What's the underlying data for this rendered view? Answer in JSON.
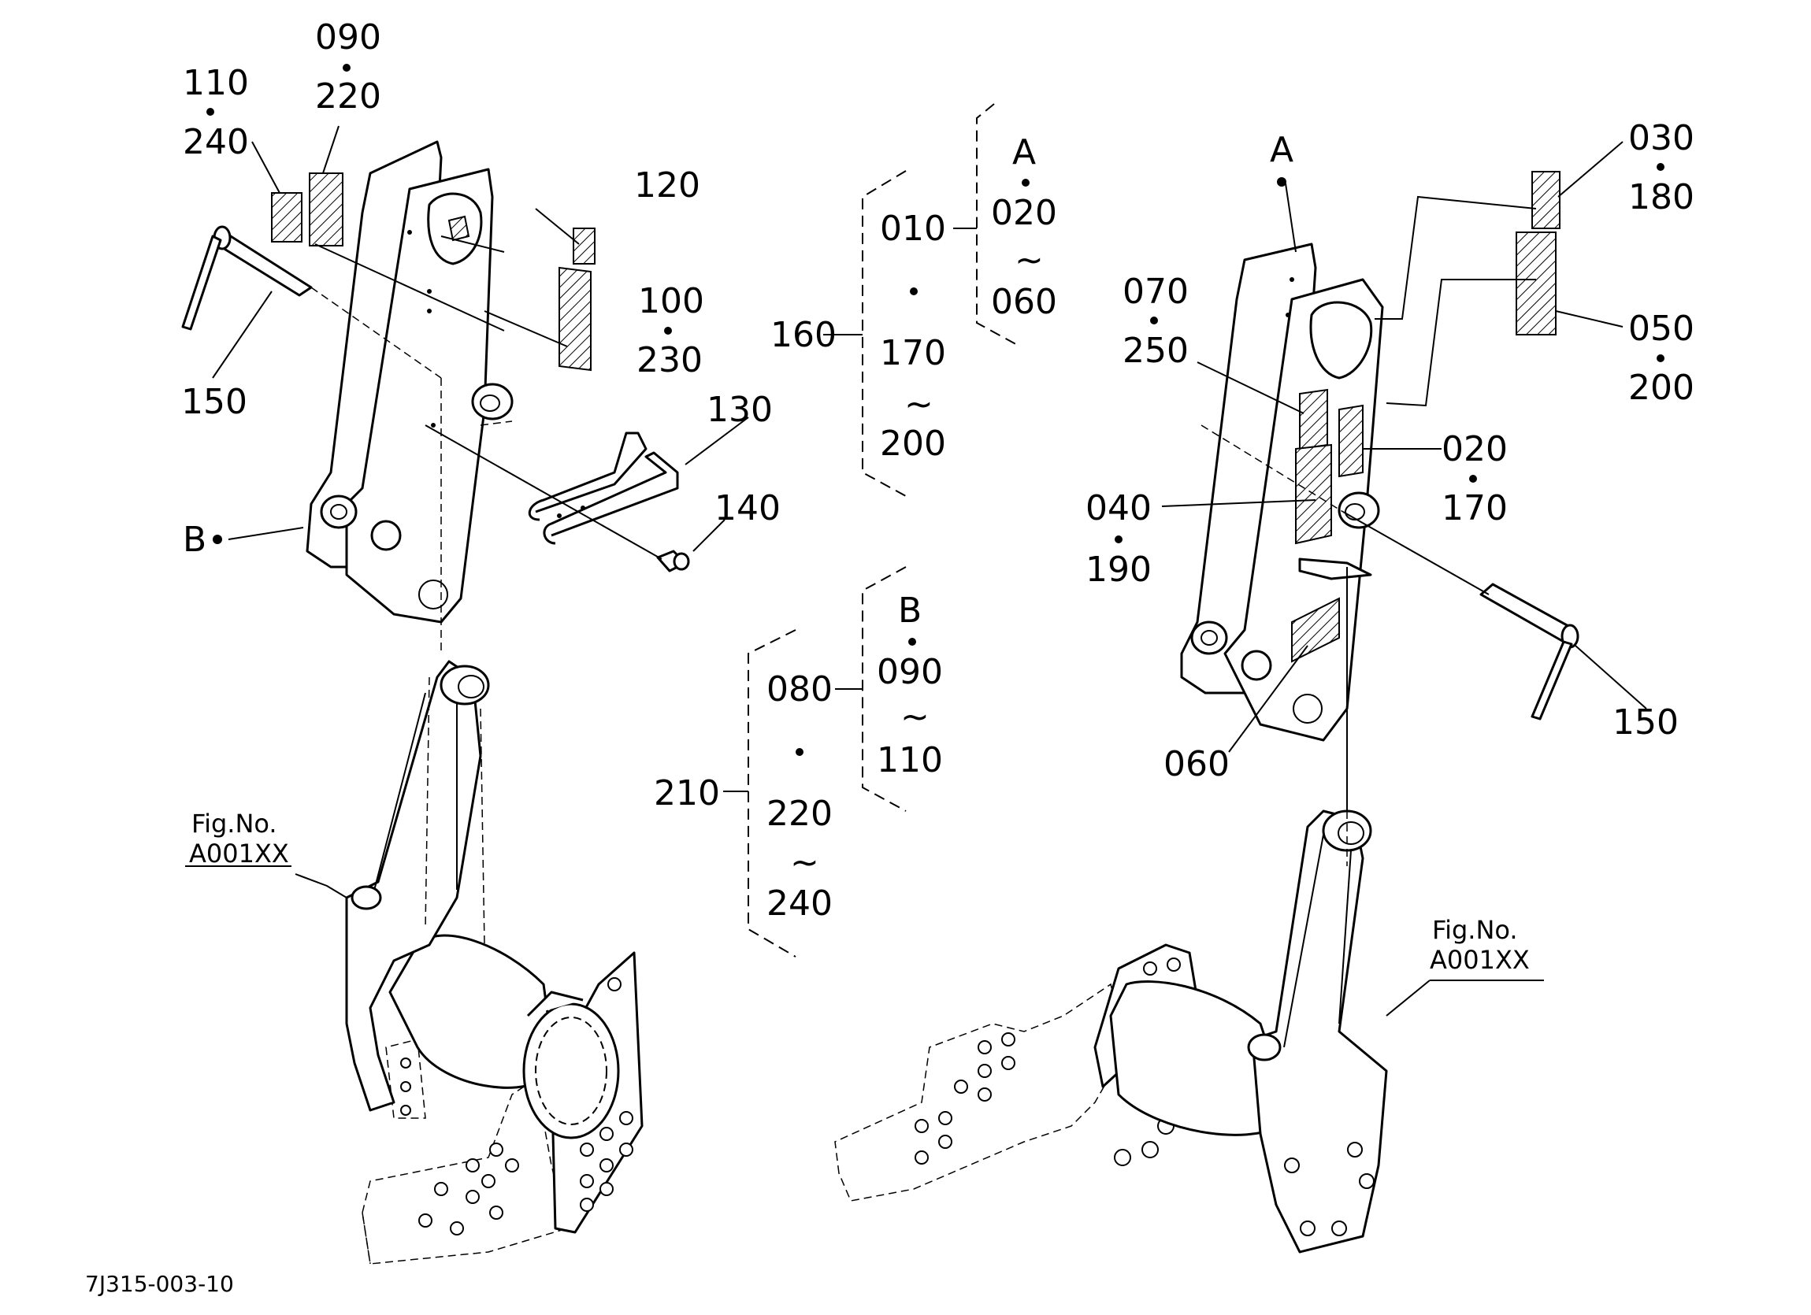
{
  "diagram_id": "7J315-003-10",
  "fig_ref": {
    "line1": "Fig.No.",
    "line2": "A001XX"
  },
  "left_assembly": {
    "ref_B": "B",
    "labels": {
      "p110": "110",
      "p240": "240",
      "p090": "090",
      "p220": "220",
      "p120": "120",
      "p100": "100",
      "p230": "230",
      "p150": "150",
      "p130": "130",
      "p140": "140"
    }
  },
  "center_groups": {
    "group1": {
      "p160": "160",
      "p010": "010",
      "p170": "170",
      "p200": "200",
      "ref": "A",
      "p020": "020",
      "p060": "060",
      "tilde": "~"
    },
    "group2": {
      "p210": "210",
      "p080": "080",
      "p220": "220",
      "p240": "240",
      "ref": "B",
      "p090": "090",
      "p110": "110",
      "tilde": "~"
    }
  },
  "right_assembly": {
    "ref_A": "A",
    "labels": {
      "p030": "030",
      "p180": "180",
      "p050": "050",
      "p200": "200",
      "p070": "070",
      "p250": "250",
      "p020": "020",
      "p170": "170",
      "p040": "040",
      "p190": "190",
      "p060": "060",
      "p150": "150"
    }
  }
}
